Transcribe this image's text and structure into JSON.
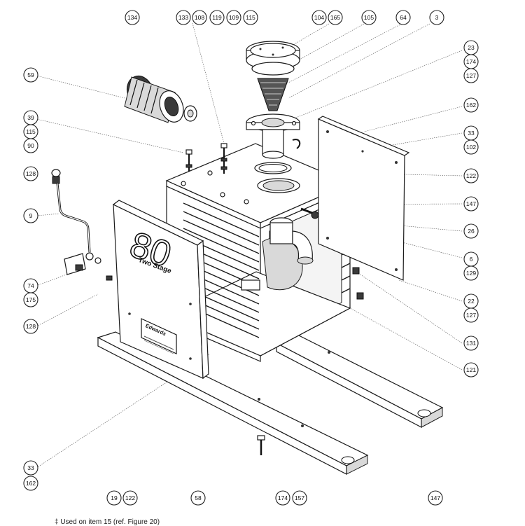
{
  "diagram": {
    "badge_text": "80",
    "badge_subtext": "Two Stage",
    "maker_plate": "Edwards",
    "footnote": "‡ Used on item 15 (ref. Figure 20)",
    "callouts": {
      "c134": "134",
      "c133": "133",
      "c108": "108",
      "c119": "119",
      "c109": "109",
      "c115a": "115",
      "c104": "104",
      "c165": "165",
      "c105": "105",
      "c64": "64",
      "c3": "3",
      "c23": "23",
      "c174a": "174",
      "c127a": "127",
      "c59": "59",
      "c39": "39",
      "c115b": "115",
      "c90": "90",
      "c162a": "162",
      "c33a": "33",
      "c102": "102",
      "c128a": "128",
      "c122a": "122",
      "c147a": "147",
      "c9": "9",
      "c26": "26",
      "c6": "6",
      "c129": "129",
      "c74": "74",
      "c175": "175",
      "c22": "22",
      "c127b": "127",
      "c128b": "128",
      "c131": "131",
      "c121": "121",
      "c33b": "33",
      "c162b": "162",
      "c19": "19",
      "c122b": "122",
      "c58": "58",
      "c174b": "174",
      "c157": "157",
      "c147b": "147"
    }
  }
}
